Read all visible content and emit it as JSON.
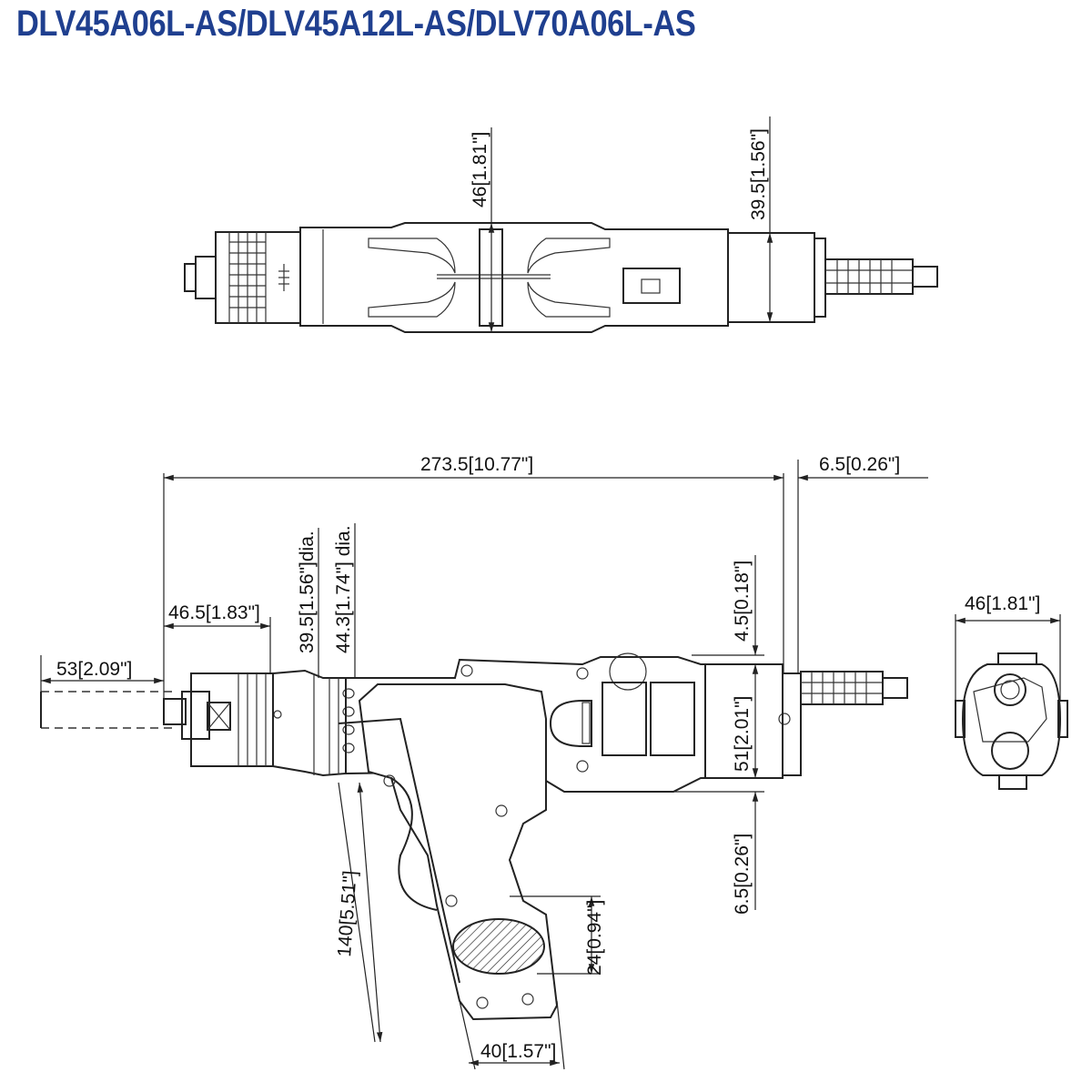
{
  "title": "DLV45A06L-AS/DLV45A12L-AS/DLV70A06L-AS",
  "colors": {
    "title": "#1f3f8f",
    "line": "#222222"
  },
  "top_view": {
    "dim_height": "46[1.81\"]",
    "dim_motor_height": "39.5[1.56\"]"
  },
  "side_view": {
    "dim_overall_length": "273.5[10.77\"]",
    "dim_cord_offset": "6.5[0.26\"]",
    "dim_bit_length": "53[2.09\"]",
    "dim_nose_length": "46.5[1.83\"]",
    "dim_nose_dia": "39.5[1.56\"]dia.",
    "dim_body_dia": "44.3[1.74\"] dia.",
    "dim_top_offset": "4.5[0.18\"]",
    "dim_body_height": "51[2.01\"]",
    "dim_bottom_offset": "6.5[0.26\"]",
    "dim_grip_length": "140[5.51\"]",
    "dim_grip_thickness": "24[0.94\"]",
    "dim_grip_width": "40[1.57\"]"
  },
  "end_view": {
    "dim_width": "46[1.81\"]"
  }
}
